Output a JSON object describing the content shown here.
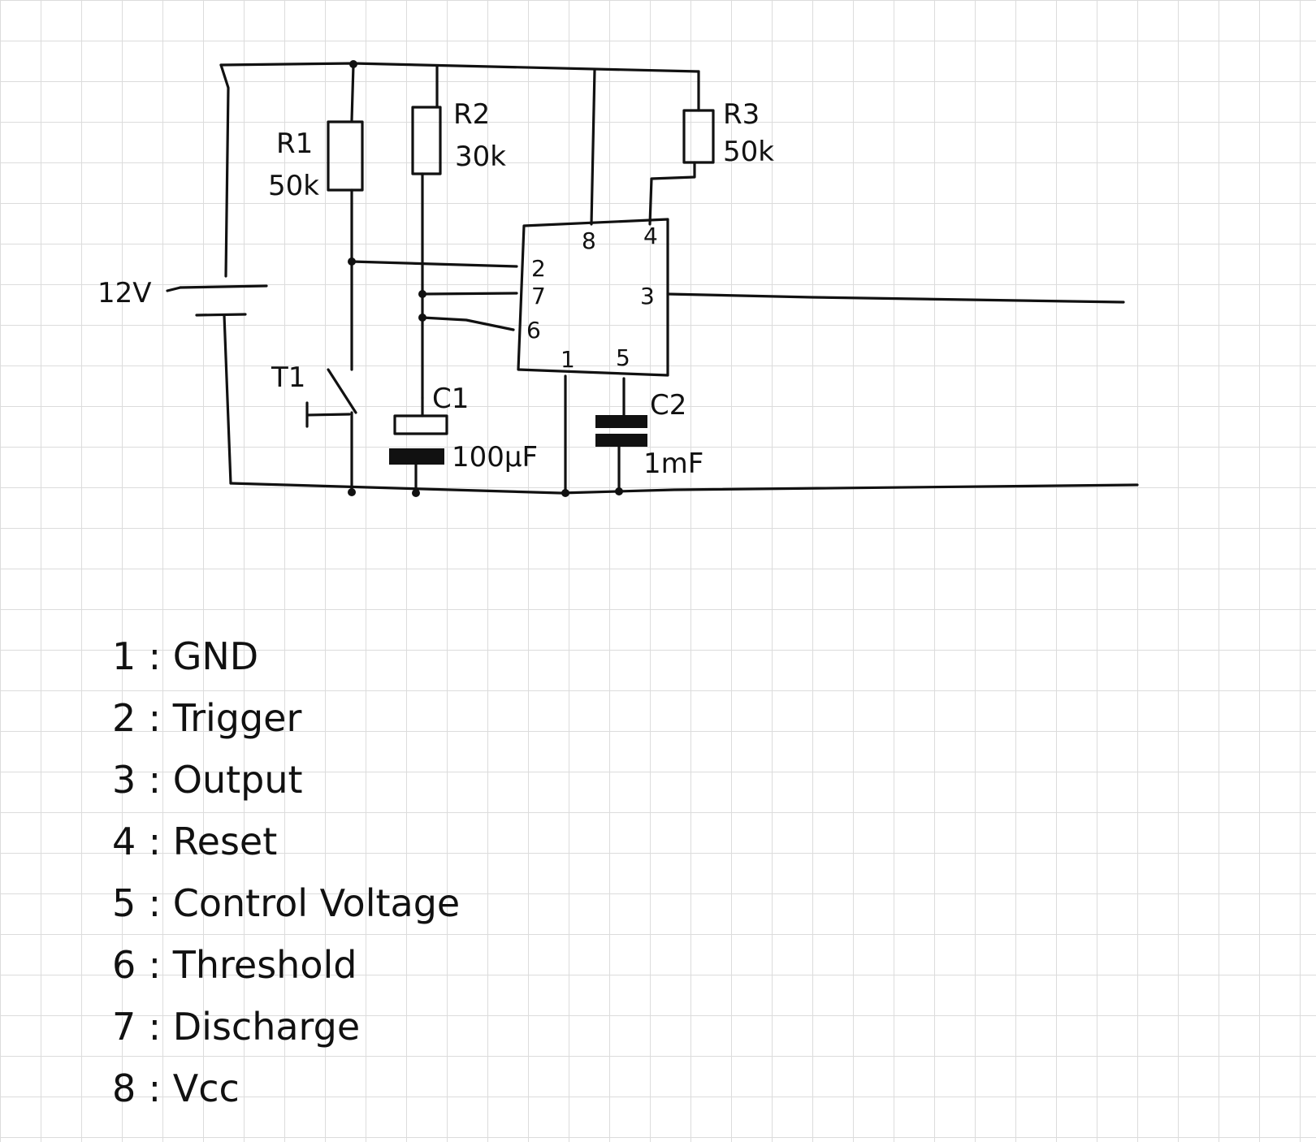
{
  "components": {
    "battery": "12V",
    "r1": {
      "name": "R1",
      "value": "50k"
    },
    "r2": {
      "name": "R2",
      "value": "30k"
    },
    "r3": {
      "name": "R3",
      "value": "50k"
    },
    "t1": "T1",
    "c1": {
      "name": "C1",
      "value": "100µF"
    },
    "c2": {
      "name": "C2",
      "value": "1mF"
    }
  },
  "ic_pins": [
    "1",
    "2",
    "3",
    "4",
    "5",
    "6",
    "7",
    "8"
  ],
  "legend": [
    {
      "num": "1",
      "label": "GND"
    },
    {
      "num": "2",
      "label": "Trigger"
    },
    {
      "num": "3",
      "label": "Output"
    },
    {
      "num": "4",
      "label": "Reset"
    },
    {
      "num": "5",
      "label": "Control Voltage"
    },
    {
      "num": "6",
      "label": "Threshold"
    },
    {
      "num": "7",
      "label": "Discharge"
    },
    {
      "num": "8",
      "label": "Vcc"
    }
  ]
}
